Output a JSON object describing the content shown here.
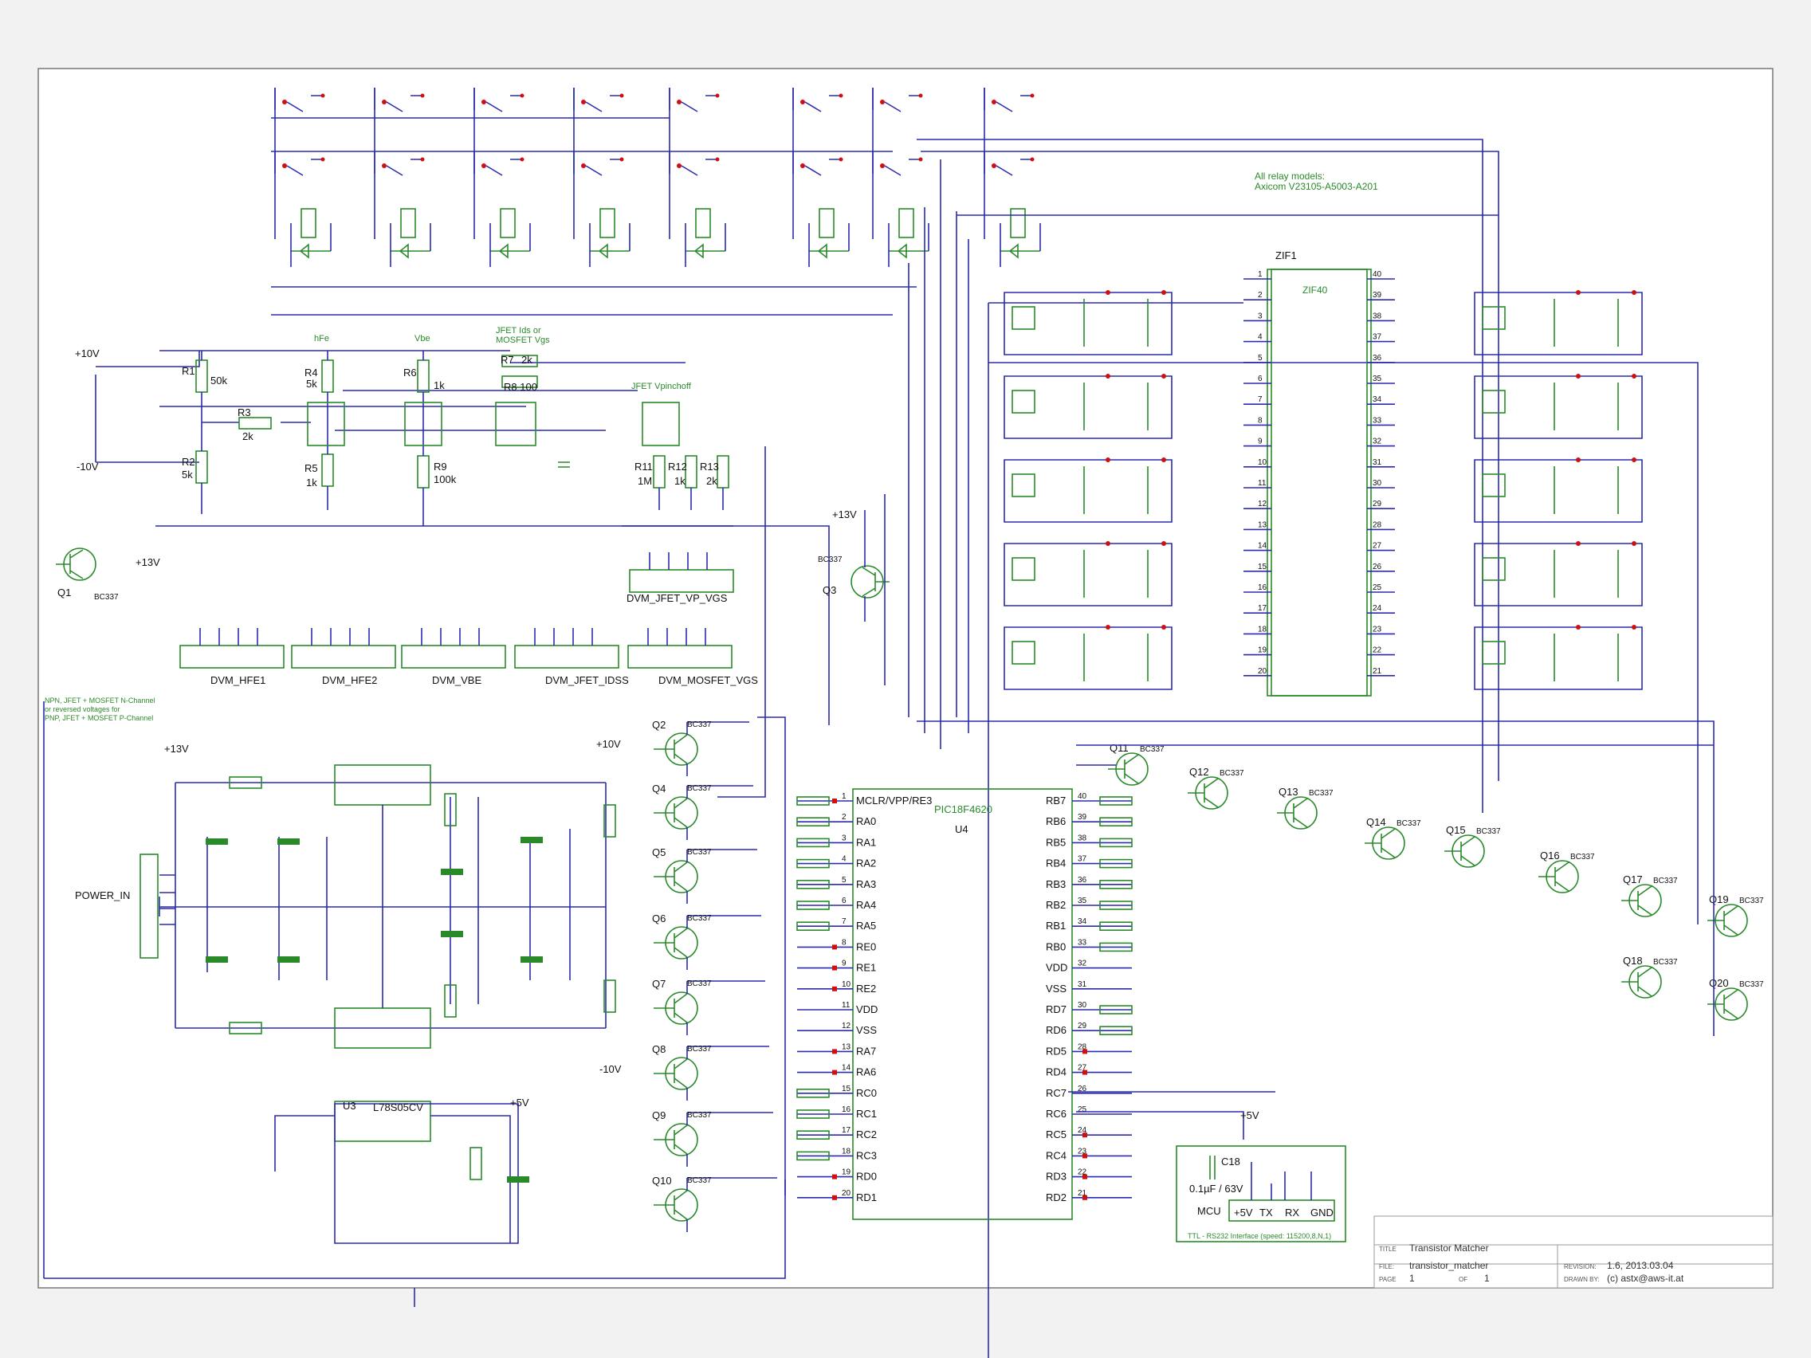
{
  "notes": {
    "relay_models_1": "All relay models:",
    "relay_models_2": "Axicom V23105-A5003-A201",
    "polarity_1": "NPN, JFET + MOSFET N-Channel",
    "polarity_2": "or reversed voltages for",
    "polarity_3": "PNP, JFET + MOSFET P-Channel",
    "ttl": "TTL - RS232 Interface (speed: 115200,8,N,1)"
  },
  "components": {
    "zif": "ZIF1",
    "zif_type": "ZIF40",
    "mcu": "PIC18F4620",
    "mcu_ref": "U4",
    "q1": "Q1",
    "q1_type": "BC337",
    "q3": "Q3",
    "q3_type": "BC337",
    "r1": "R1",
    "r1_val": "50k",
    "r2": "R2",
    "r2_val": "5k",
    "r3": "R3",
    "r3_val": "2k",
    "r4": "R4",
    "r4_val": "5k",
    "r5": "R5",
    "r5_val": "1k",
    "r6": "R6",
    "r6_val": "1k",
    "r7": "R7",
    "r7_val": "2k",
    "r8": "R8 100",
    "r9": "R9",
    "r9_val": "100k",
    "r11": "R11",
    "r11_val": "1M",
    "r12": "R12",
    "r12_val": "1k",
    "r13": "R13",
    "r13_val": "2k",
    "hfe": "hFe",
    "vbe": "Vbe",
    "jfet_ids": "JFET Ids or",
    "mosfet_vgs": "MOSFET Vgs",
    "jfet_vpinch": "JFET Vpinchoff",
    "c18": "C18",
    "c18_val": "0.1µF / 63V",
    "u3": "U3",
    "u3_type": "L78S05CV",
    "power_in": "POWER_IN",
    "mcu_label": "MCU",
    "plus10v": "+10V",
    "minus10v": "-10V",
    "plus13v": "+13V",
    "plus5v": "+5V"
  },
  "dvm_blocks": [
    "DVM_HFE1",
    "DVM_HFE2",
    "DVM_VBE",
    "DVM_JFET_IDSS",
    "DVM_MOSFET_VGS",
    "DVM_JFET_VP_VGS"
  ],
  "serial_pins": [
    "+5V",
    "TX",
    "RX",
    "GND"
  ],
  "transistor_array": [
    {
      "ref": "Q2",
      "type": "BC337"
    },
    {
      "ref": "Q4",
      "type": "BC337"
    },
    {
      "ref": "Q5",
      "type": "BC337"
    },
    {
      "ref": "Q6",
      "type": "BC337"
    },
    {
      "ref": "Q7",
      "type": "BC337"
    },
    {
      "ref": "Q8",
      "type": "BC337"
    },
    {
      "ref": "Q9",
      "type": "BC337"
    },
    {
      "ref": "Q10",
      "type": "BC337"
    }
  ],
  "right_transistors": [
    {
      "ref": "Q11",
      "type": "BC337"
    },
    {
      "ref": "Q12",
      "type": "BC337"
    },
    {
      "ref": "Q13",
      "type": "BC337"
    },
    {
      "ref": "Q14",
      "type": "BC337"
    },
    {
      "ref": "Q15",
      "type": "BC337"
    },
    {
      "ref": "Q16",
      "type": "BC337"
    },
    {
      "ref": "Q17",
      "type": "BC337"
    },
    {
      "ref": "Q19",
      "type": "BC337"
    },
    {
      "ref": "Q18",
      "type": "BC337"
    },
    {
      "ref": "Q20",
      "type": "BC337"
    }
  ],
  "mcu_left_pins": [
    {
      "num": "1",
      "name": "MCLR/VPP/RE3"
    },
    {
      "num": "2",
      "name": "RA0"
    },
    {
      "num": "3",
      "name": "RA1"
    },
    {
      "num": "4",
      "name": "RA2"
    },
    {
      "num": "5",
      "name": "RA3"
    },
    {
      "num": "6",
      "name": "RA4"
    },
    {
      "num": "7",
      "name": "RA5"
    },
    {
      "num": "8",
      "name": "RE0"
    },
    {
      "num": "9",
      "name": "RE1"
    },
    {
      "num": "10",
      "name": "RE2"
    },
    {
      "num": "11",
      "name": "VDD"
    },
    {
      "num": "12",
      "name": "VSS"
    },
    {
      "num": "13",
      "name": "RA7"
    },
    {
      "num": "14",
      "name": "RA6"
    },
    {
      "num": "15",
      "name": "RC0"
    },
    {
      "num": "16",
      "name": "RC1"
    },
    {
      "num": "17",
      "name": "RC2"
    },
    {
      "num": "18",
      "name": "RC3"
    },
    {
      "num": "19",
      "name": "RD0"
    },
    {
      "num": "20",
      "name": "RD1"
    }
  ],
  "mcu_right_pins": [
    {
      "num": "40",
      "name": "RB7"
    },
    {
      "num": "39",
      "name": "RB6"
    },
    {
      "num": "38",
      "name": "RB5"
    },
    {
      "num": "37",
      "name": "RB4"
    },
    {
      "num": "36",
      "name": "RB3"
    },
    {
      "num": "35",
      "name": "RB2"
    },
    {
      "num": "34",
      "name": "RB1"
    },
    {
      "num": "33",
      "name": "RB0"
    },
    {
      "num": "32",
      "name": "VDD"
    },
    {
      "num": "31",
      "name": "VSS"
    },
    {
      "num": "30",
      "name": "RD7"
    },
    {
      "num": "29",
      "name": "RD6"
    },
    {
      "num": "28",
      "name": "RD5"
    },
    {
      "num": "27",
      "name": "RD4"
    },
    {
      "num": "26",
      "name": "RC7"
    },
    {
      "num": "25",
      "name": "RC6"
    },
    {
      "num": "24",
      "name": "RC5"
    },
    {
      "num": "23",
      "name": "RC4"
    },
    {
      "num": "22",
      "name": "RD3"
    },
    {
      "num": "21",
      "name": "RD2"
    }
  ],
  "zif_left": [
    "1",
    "2",
    "3",
    "4",
    "5",
    "6",
    "7",
    "8",
    "9",
    "10",
    "11",
    "12",
    "13",
    "14",
    "15",
    "16",
    "17",
    "18",
    "19",
    "20"
  ],
  "zif_right": [
    "40",
    "39",
    "38",
    "37",
    "36",
    "35",
    "34",
    "33",
    "32",
    "31",
    "30",
    "29",
    "28",
    "27",
    "26",
    "25",
    "24",
    "23",
    "22",
    "21"
  ],
  "title_block": {
    "title_label": "TITLE",
    "title": "Transistor Matcher",
    "file_label": "FILE:",
    "file": "transistor_matcher",
    "revision_label": "REVISION:",
    "revision": "1.6, 2013.03.04",
    "page_label": "PAGE",
    "page": "1",
    "of_label": "OF",
    "of": "1",
    "drawn_label": "DRAWN BY:",
    "drawn": "(c) astx@aws-it.at"
  }
}
